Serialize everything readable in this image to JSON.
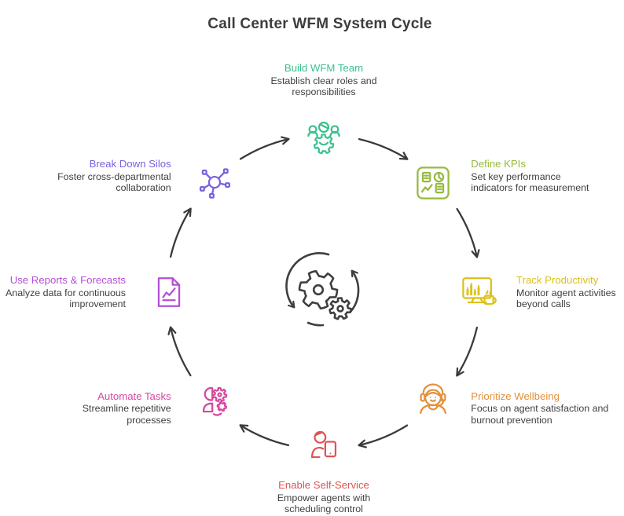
{
  "title": "Call Center WFM System Cycle",
  "style": {
    "arrow_color": "#3a3a3a",
    "text_color": "#3f3f3f",
    "background": "#ffffff"
  },
  "center": {
    "icon": "cycle-gears-icon"
  },
  "nodes": [
    {
      "id": "build-wfm-team",
      "icon": "team-gear-icon",
      "label": "Build WFM Team",
      "desc": "Establish clear roles and responsibilities",
      "color": "#3cc18e",
      "angle": 90,
      "side": "top"
    },
    {
      "id": "define-kpis",
      "icon": "kpi-dashboard-icon",
      "label": "Define KPIs",
      "desc": "Set key performance indicators for measurement",
      "color": "#96ba3c",
      "angle": 45,
      "side": "right"
    },
    {
      "id": "track-productivity",
      "icon": "monitor-coffee-icon",
      "label": "Track Productivity",
      "desc": "Monitor agent activities beyond calls",
      "color": "#dcc117",
      "angle": 0,
      "side": "right"
    },
    {
      "id": "prioritize-wellbeing",
      "icon": "headset-agent-icon",
      "label": "Prioritize Wellbeing",
      "desc": "Focus on agent satisfaction and burnout prevention",
      "color": "#e2913c",
      "angle": -45,
      "side": "right"
    },
    {
      "id": "enable-self-service",
      "icon": "person-phone-icon",
      "label": "Enable Self-Service",
      "desc": "Empower agents with scheduling control",
      "color": "#e05454",
      "angle": -90,
      "side": "bottom"
    },
    {
      "id": "automate-tasks",
      "icon": "person-gears-icon",
      "label": "Automate Tasks",
      "desc": "Streamline repetitive processes",
      "color": "#d6479e",
      "angle": -135,
      "side": "left"
    },
    {
      "id": "use-reports-forecasts",
      "icon": "report-chart-icon",
      "label": "Use Reports & Forecasts",
      "desc": "Analyze data for continuous improvement",
      "color": "#b44fd8",
      "angle": 180,
      "side": "left"
    },
    {
      "id": "break-down-silos",
      "icon": "network-hub-icon",
      "label": "Break Down Silos",
      "desc": "Foster cross-departmental collaboration",
      "color": "#7a5fdd",
      "angle": 135,
      "side": "left"
    }
  ]
}
